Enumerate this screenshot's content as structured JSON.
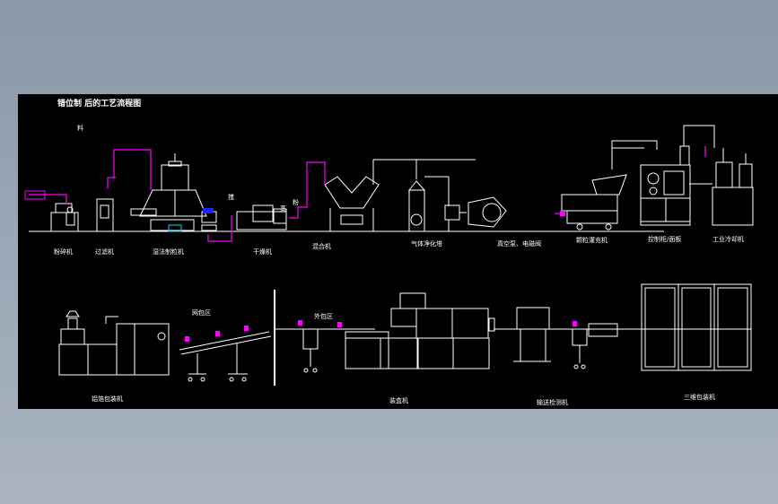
{
  "diagram": {
    "title": "错位制 后的工艺流程图",
    "colors": {
      "background": "#000000",
      "line": "#ffffff",
      "accent": "#ff00ff",
      "blue": "#2222ff",
      "cyan": "#00d7ff"
    },
    "top_row_labels": [
      "粉碎机",
      "过滤机",
      "湿法制粒机",
      "干燥机",
      "混合机",
      "气体净化塔",
      "真空泵、电磁阀",
      "颗粒灌充机",
      "控制柜/面板",
      "工业冷却机"
    ],
    "bottom_row_labels": [
      "铝箔包装机",
      "网包区",
      "外包区",
      "装盒机",
      "输送检测机",
      "三维包装机"
    ],
    "small_marks": {
      "m1": "料",
      "m2": "搅",
      "m3": "粉",
      "m4": "蒸"
    }
  }
}
